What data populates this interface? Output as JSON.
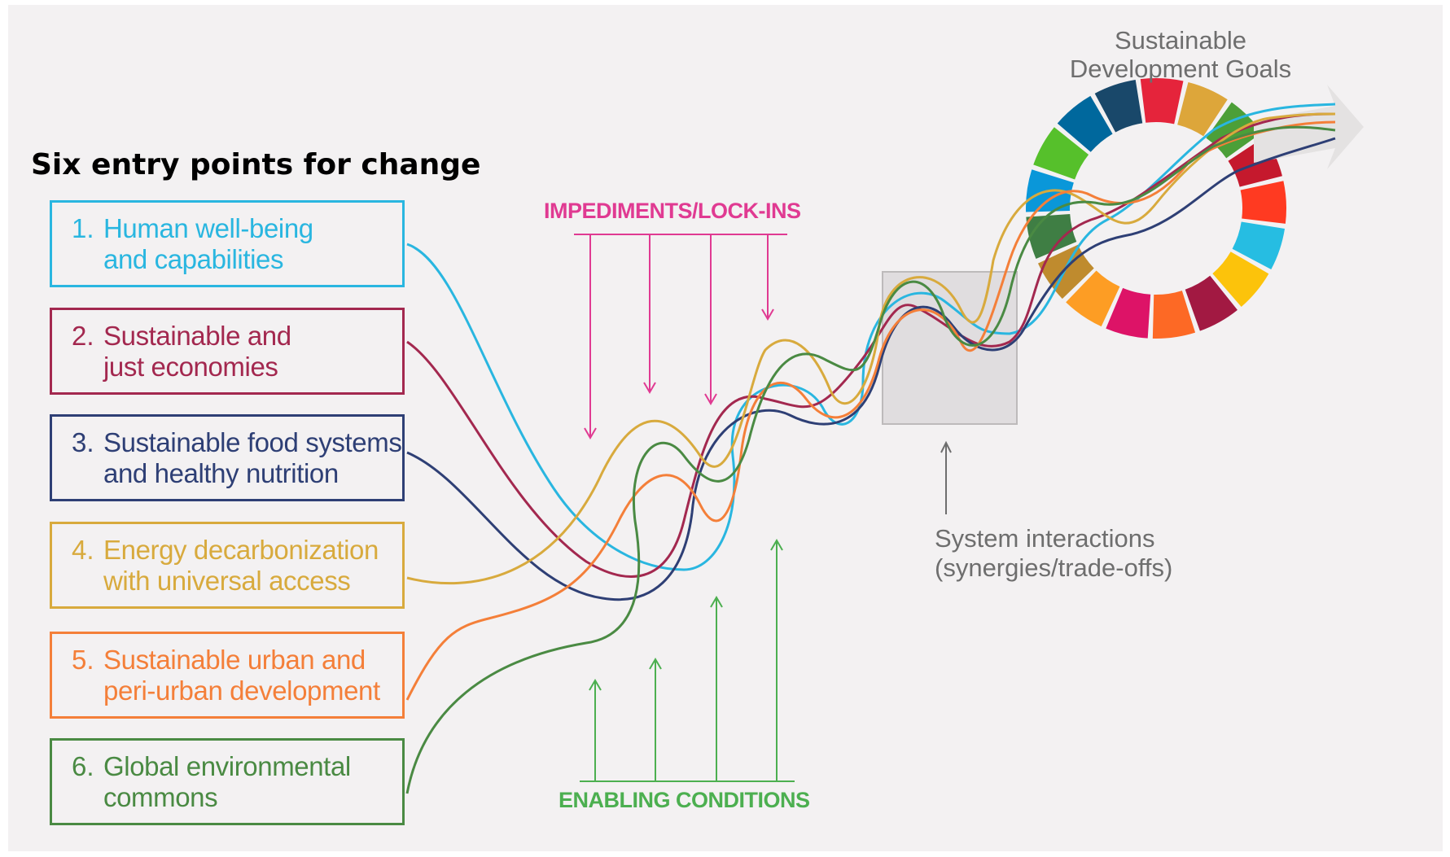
{
  "heading": "Six entry points for change",
  "entry_points": [
    {
      "number": "1.",
      "text": "Human well-being\nand capabilities",
      "color": "#29b6e0"
    },
    {
      "number": "2.",
      "text": "Sustainable and\njust economies",
      "color": "#a3284f"
    },
    {
      "number": "3.",
      "text": "Sustainable food systems\nand healthy nutrition",
      "color": "#2e3f75"
    },
    {
      "number": "4.",
      "text": "Energy decarbonization\nwith universal access",
      "color": "#d8aa3d"
    },
    {
      "number": "5.",
      "text": "Sustainable urban and\nperi-urban development",
      "color": "#f47f39"
    },
    {
      "number": "6.",
      "text": "Global environmental\ncommons",
      "color": "#4a8a43"
    }
  ],
  "impediments": {
    "label": "IMPEDIMENTS/LOCK-INS",
    "color": "#e03a92"
  },
  "enabling": {
    "label": "ENABLING CONDITIONS",
    "color": "#4caf50"
  },
  "system_interactions": {
    "label": "System interactions\n(synergies/trade-offs)"
  },
  "sdg": {
    "label": "Sustainable\nDevelopment Goals",
    "wheel_colors": [
      "#e5243b",
      "#dda63a",
      "#4c9f38",
      "#c5192d",
      "#ff3a21",
      "#26bde2",
      "#fcc30b",
      "#a21942",
      "#fd6925",
      "#dd1367",
      "#fd9d24",
      "#bf8b2e",
      "#3f7e44",
      "#0a97d9",
      "#56c02b",
      "#00689d",
      "#19486a"
    ]
  }
}
